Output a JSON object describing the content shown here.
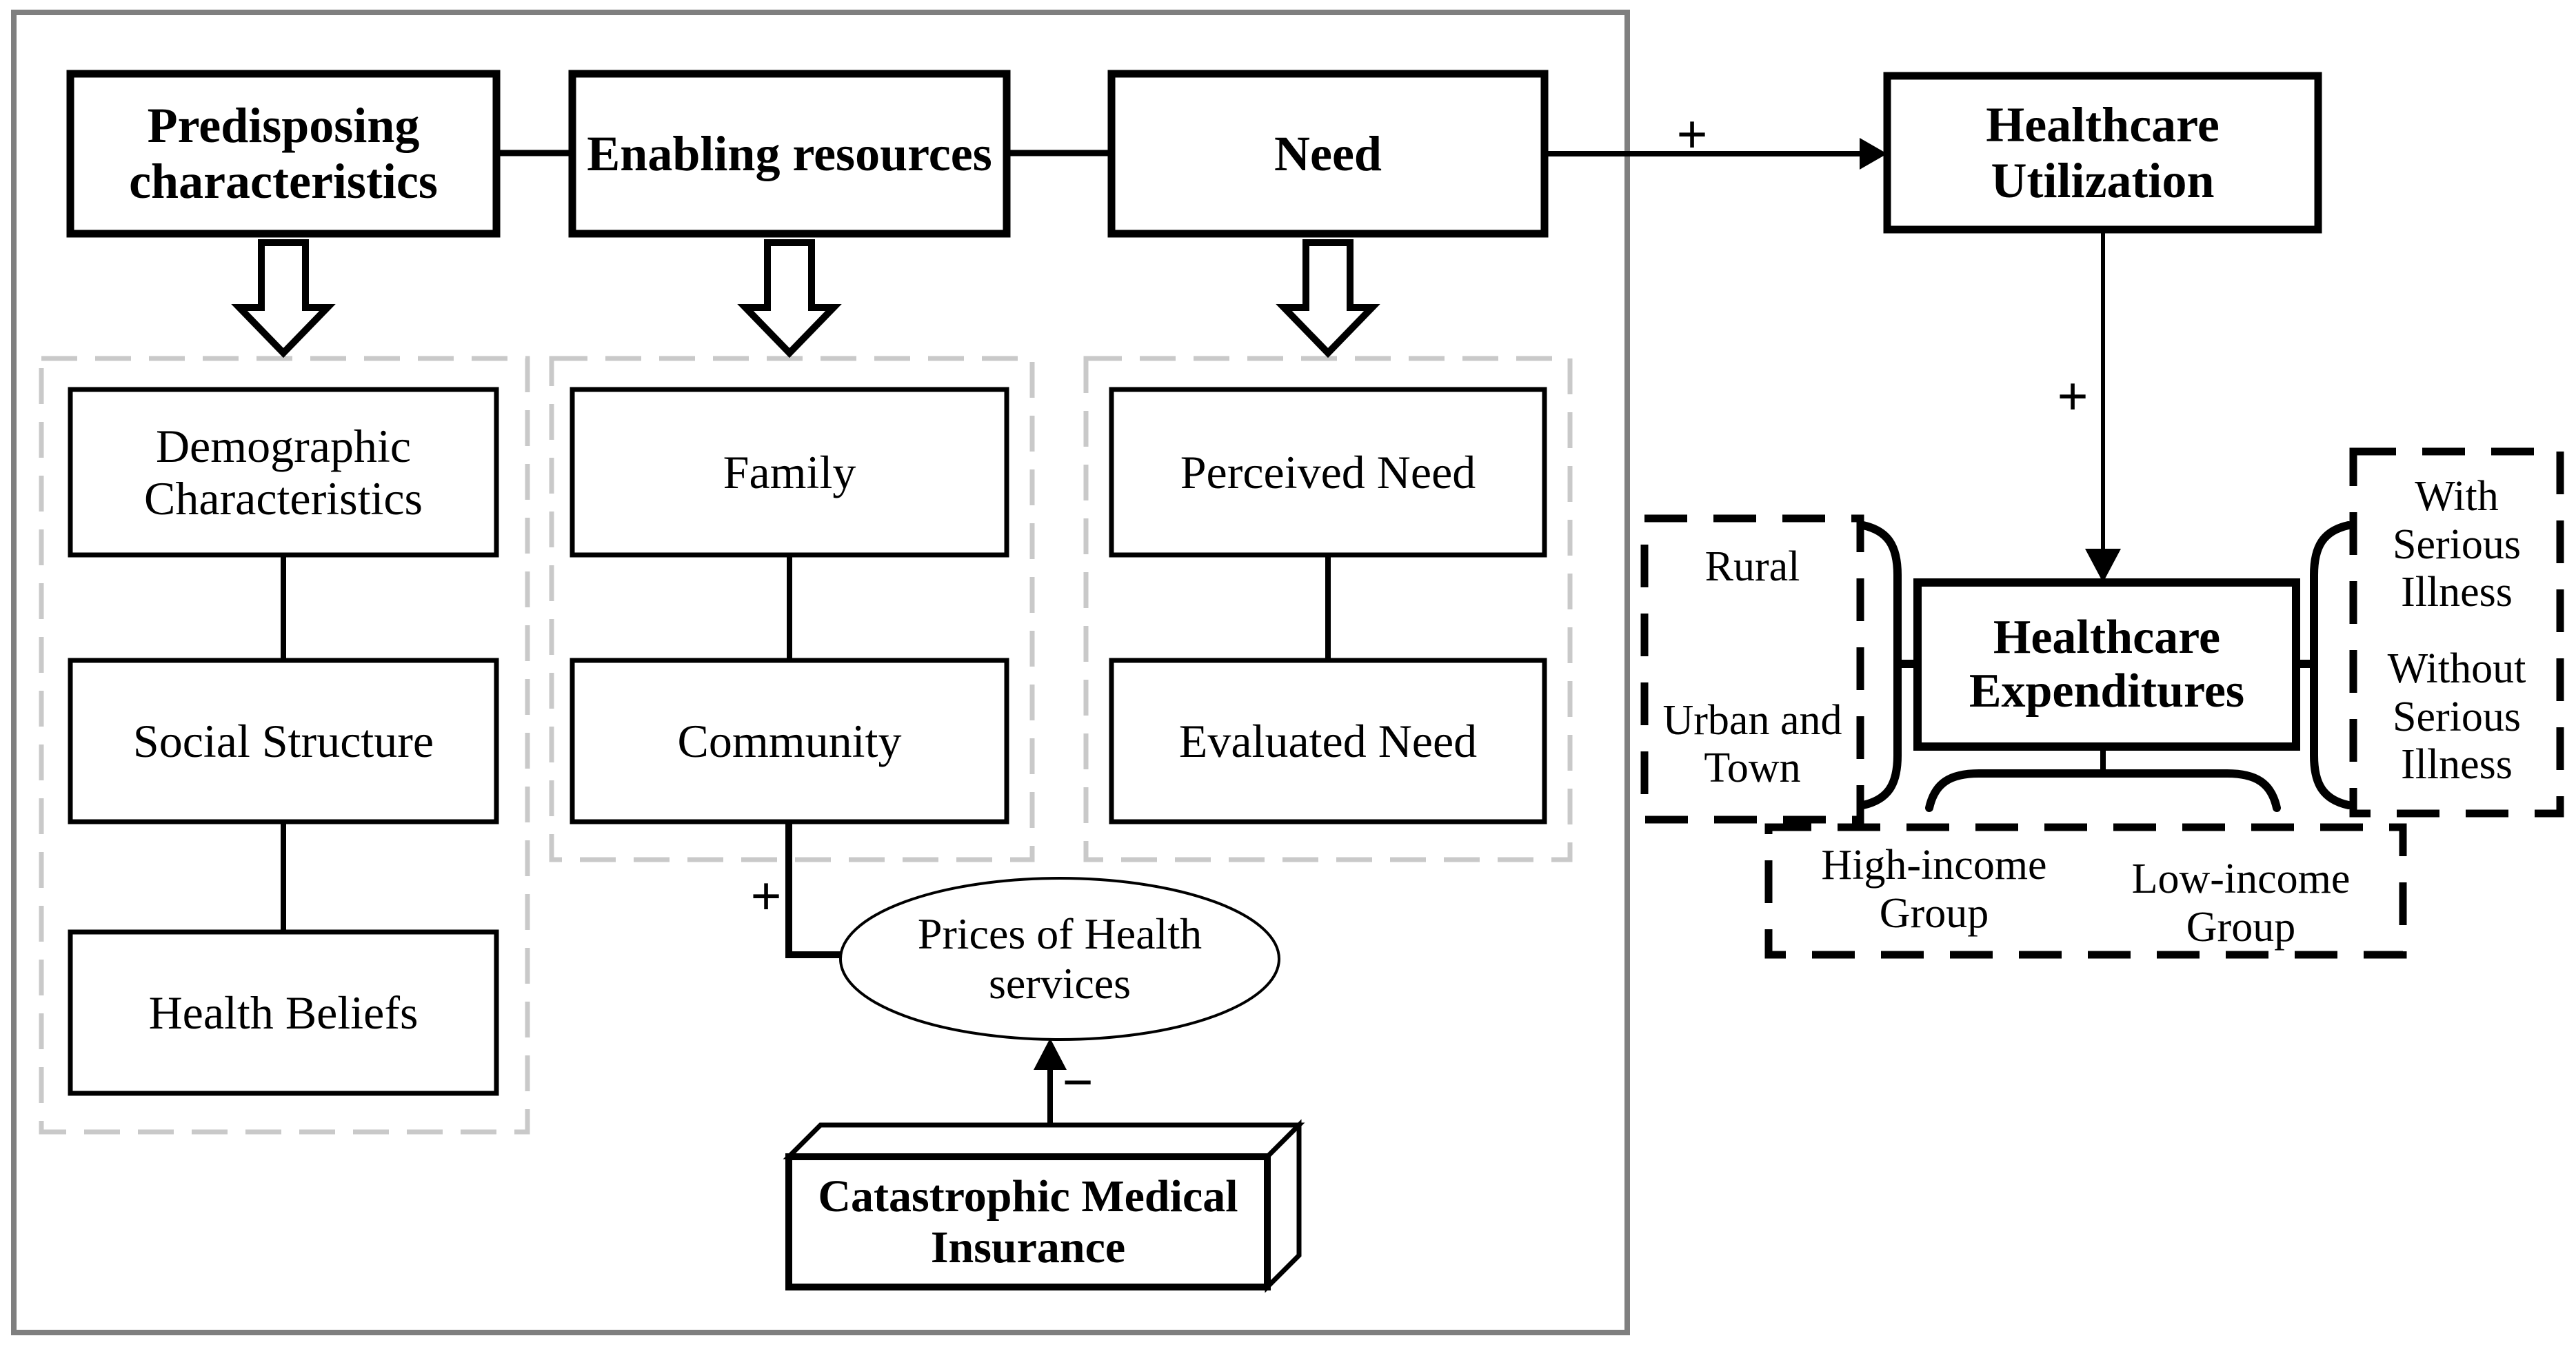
{
  "colors": {
    "line": "#000000",
    "outer_frame": "#7f7f7f",
    "group_dash_gray": "#c9c9c9",
    "background": "#ffffff"
  },
  "diagram": {
    "top_row": {
      "predisposing": "Predisposing\ncharacteristics",
      "enabling": "Enabling resources",
      "need": "Need",
      "utilization": "Healthcare\nUtilization"
    },
    "predisposing_group": {
      "demographic": "Demographic\nCharacteristics",
      "social": "Social Structure",
      "beliefs": "Health Beliefs"
    },
    "enabling_group": {
      "family": "Family",
      "community": "Community"
    },
    "need_group": {
      "perceived": "Perceived Need",
      "evaluated": "Evaluated Need"
    },
    "price_mechanism": {
      "prices": "Prices of Health\nservices",
      "insurance": "Catastrophic Medical\nInsurance"
    },
    "outcome": {
      "expenditures": "Healthcare\nExpenditures"
    },
    "subgroups": {
      "rural": "Rural",
      "urban_town": "Urban and\nTown",
      "with_illness": "With\nSerious\nIllness",
      "without_illness": "Without\nSerious\nIllness",
      "high_income": "High-income\nGroup",
      "low_income": "Low-income\nGroup"
    },
    "signs": {
      "need_to_utilization": "+",
      "utilization_to_expenditures": "+",
      "community_to_prices": "+",
      "insurance_to_prices": "−"
    }
  }
}
